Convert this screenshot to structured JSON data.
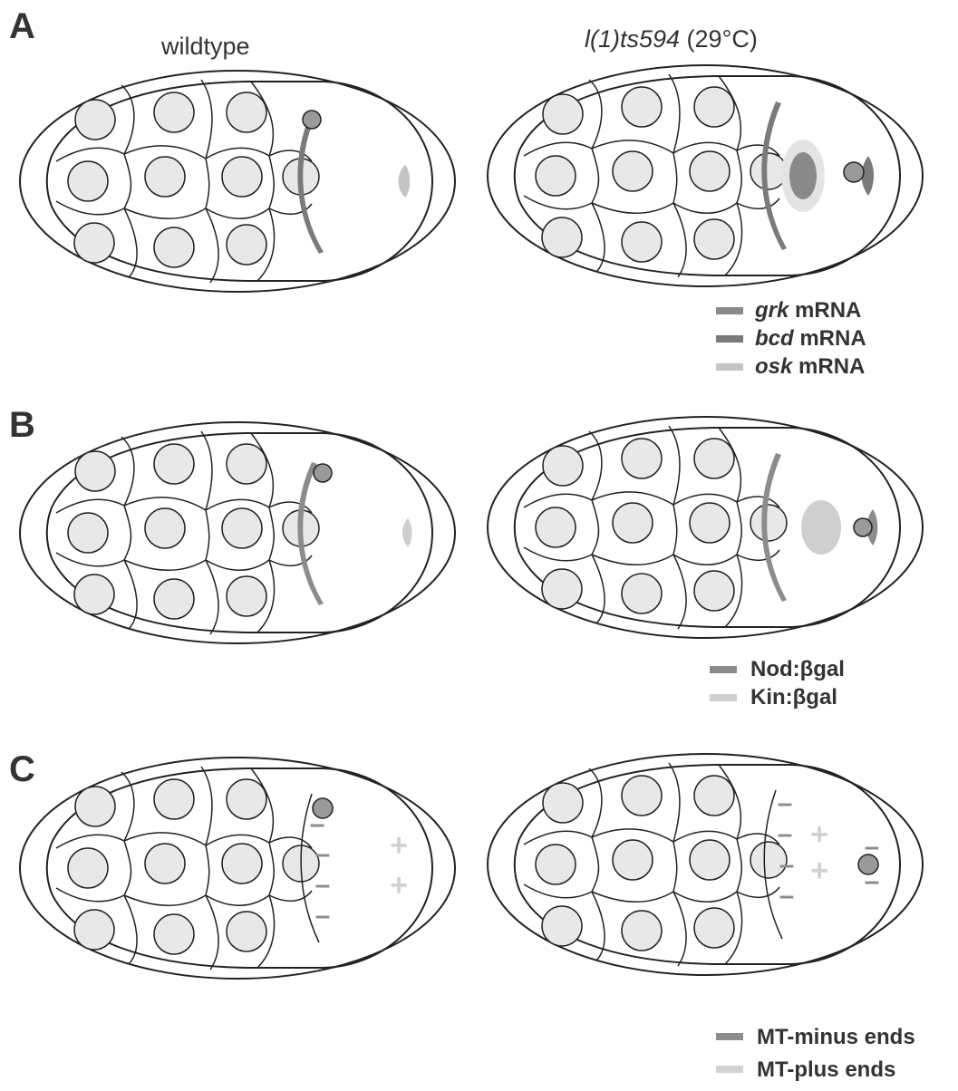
{
  "colors": {
    "grk": "#8a8a8a",
    "bcd": "#7a7a7a",
    "osk": "#c4c4c4",
    "nod": "#8c8c8c",
    "kin": "#cfcfcf",
    "mt_minus": "#8c8c8c",
    "mt_plus": "#d2d2d2",
    "nucleus_fill": "#e8e8e8",
    "oocyte_nucleus": "#9a9a9a"
  },
  "columns": {
    "wildtype": "wildtype",
    "mutant_gene": "l(1)ts594",
    "mutant_suffix": " (29°C)"
  },
  "panels": {
    "A": {
      "label": "A",
      "legend": [
        {
          "italic": "grk",
          "text": " mRNA",
          "color_key": "grk"
        },
        {
          "italic": "bcd",
          "text": " mRNA",
          "color_key": "bcd"
        },
        {
          "italic": "osk",
          "text": " mRNA",
          "color_key": "osk"
        }
      ]
    },
    "B": {
      "label": "B",
      "legend": [
        {
          "text": "Nod:βgal",
          "color_key": "nod"
        },
        {
          "text": "Kin:βgal",
          "color_key": "kin"
        }
      ]
    },
    "C": {
      "label": "C",
      "legend": [
        {
          "text": "MT-minus ends",
          "color_key": "mt_minus"
        },
        {
          "text": "MT-plus ends",
          "color_key": "mt_plus"
        }
      ],
      "minus_symbol": "–",
      "plus_symbol": "+"
    }
  },
  "icons": [
    "egg-chamber-diagram",
    "nurse-cell-icon",
    "oocyte-nucleus-icon",
    "legend-swatch-icon"
  ]
}
